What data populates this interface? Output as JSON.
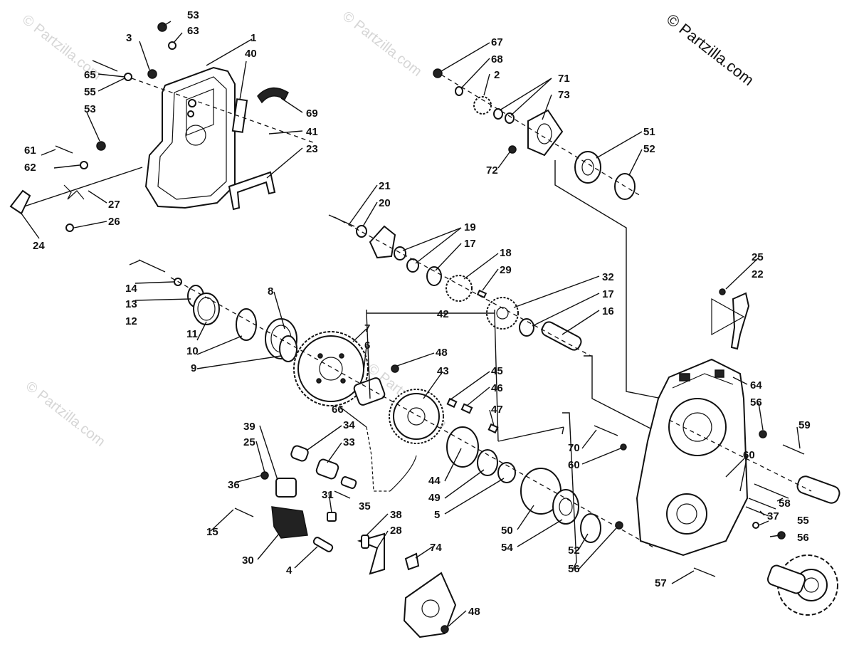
{
  "copyright": "© Partzilla.com",
  "watermark": "© Partzilla.com",
  "callouts": {
    "c1": "1",
    "c2": "2",
    "c3": "3",
    "c4": "4",
    "c5": "5",
    "c6": "6",
    "c7": "7",
    "c8": "8",
    "c9": "9",
    "c10": "10",
    "c11": "11",
    "c12": "12",
    "c13": "13",
    "c14": "14",
    "c15": "15",
    "c16": "16",
    "c17a": "17",
    "c17b": "17",
    "c18": "18",
    "c19": "19",
    "c20": "20",
    "c21": "21",
    "c22": "22",
    "c23": "23",
    "c24": "24",
    "c25a": "25",
    "c25b": "25",
    "c26": "26",
    "c27": "27",
    "c28": "28",
    "c29": "29",
    "c30": "30",
    "c31": "31",
    "c32": "32",
    "c33": "33",
    "c34": "34",
    "c35": "35",
    "c36": "36",
    "c37": "37",
    "c38": "38",
    "c39": "39",
    "c40": "40",
    "c41": "41",
    "c42": "42",
    "c43": "43",
    "c44": "44",
    "c45": "45",
    "c46": "46",
    "c47": "47",
    "c48a": "48",
    "c48b": "48",
    "c49": "49",
    "c50": "50",
    "c51": "51",
    "c52a": "52",
    "c52b": "52",
    "c53a": "53",
    "c53b": "53",
    "c54": "54",
    "c55a": "55",
    "c55b": "55",
    "c56a": "56",
    "c56b": "56",
    "c56c": "56",
    "c57": "57",
    "c58": "58",
    "c59": "59",
    "c60a": "60",
    "c60b": "60",
    "c61": "61",
    "c62": "62",
    "c63": "63",
    "c64": "64",
    "c65": "65",
    "c66": "66",
    "c67": "67",
    "c68": "68",
    "c69": "69",
    "c70": "70",
    "c71": "71",
    "c72": "72",
    "c73": "73",
    "c74": "74"
  }
}
